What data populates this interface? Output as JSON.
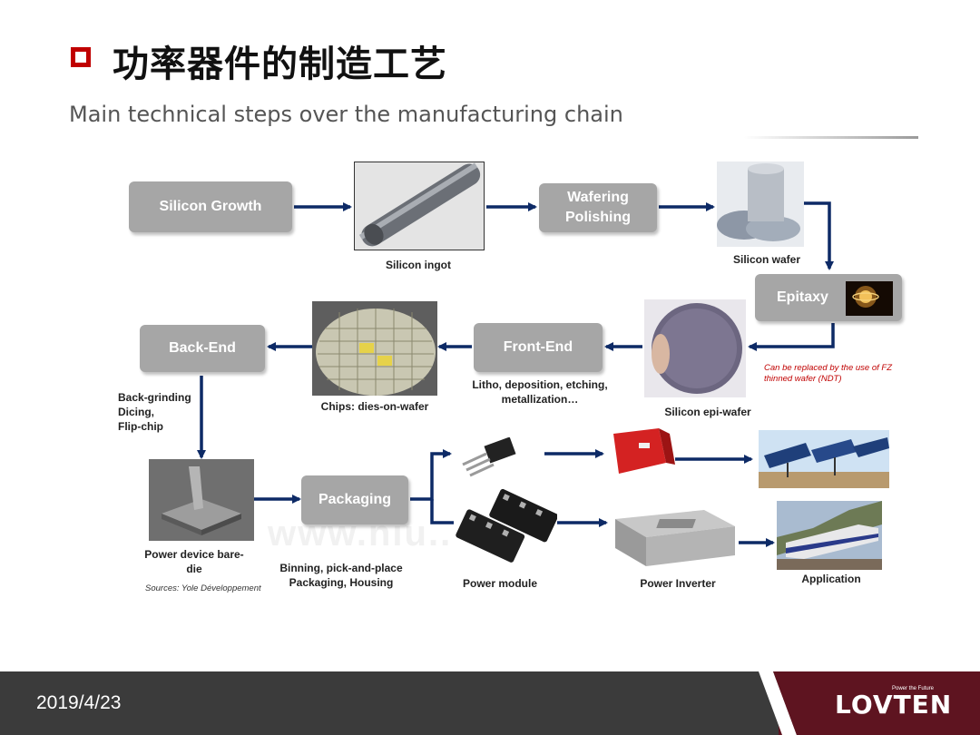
{
  "header": {
    "title": "功率器件的制造工艺",
    "subtitle": "Main technical steps over the manufacturing chain"
  },
  "steps": {
    "silicon_growth": "Silicon Growth",
    "wafering_line1": "Wafering",
    "wafering_line2": "Polishing",
    "epitaxy": "Epitaxy",
    "front_end": "Front-End",
    "back_end": "Back-End",
    "packaging": "Packaging"
  },
  "captions": {
    "silicon_ingot": "Silicon ingot",
    "silicon_wafer": "Silicon wafer",
    "silicon_epi_wafer": "Silicon epi-wafer",
    "chips": "Chips: dies-on-wafer",
    "front_end_line1": "Litho, deposition, etching,",
    "front_end_line2": "metallization…",
    "back_end_line1": "Back-grinding",
    "back_end_line2": "Dicing,",
    "back_end_line3": "Flip-chip",
    "bare_die_line1": "Power device bare-",
    "bare_die_line2": "die",
    "packaging_line1": "Binning, pick-and-place",
    "packaging_line2": "Packaging, Housing",
    "power_module": "Power module",
    "power_inverter": "Power Inverter",
    "application": "Application"
  },
  "notes": {
    "fz_line1": "Can be replaced by the use of FZ",
    "fz_line2": "thinned wafer (NDT)",
    "source": "Sources: Yole Développement"
  },
  "watermark": "www.niu...yan.",
  "footer": {
    "date": "2019/4/23",
    "logo": "LOVTEN",
    "slogan": "Power the Future"
  },
  "colors": {
    "accent_red": "#c00000",
    "arrow_blue": "#0d2a66",
    "step_gray": "#a6a6a6",
    "footer_dark": "#3b3b3b",
    "footer_brand": "#5e1420"
  }
}
